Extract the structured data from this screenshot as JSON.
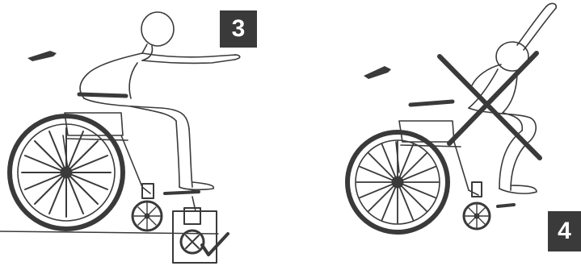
{
  "panels": [
    {
      "number": "3",
      "verdict": "correct"
    },
    {
      "number": "4",
      "verdict": "incorrect"
    }
  ],
  "colors": {
    "ink": "#3a3a3a",
    "background": "#ffffff"
  }
}
